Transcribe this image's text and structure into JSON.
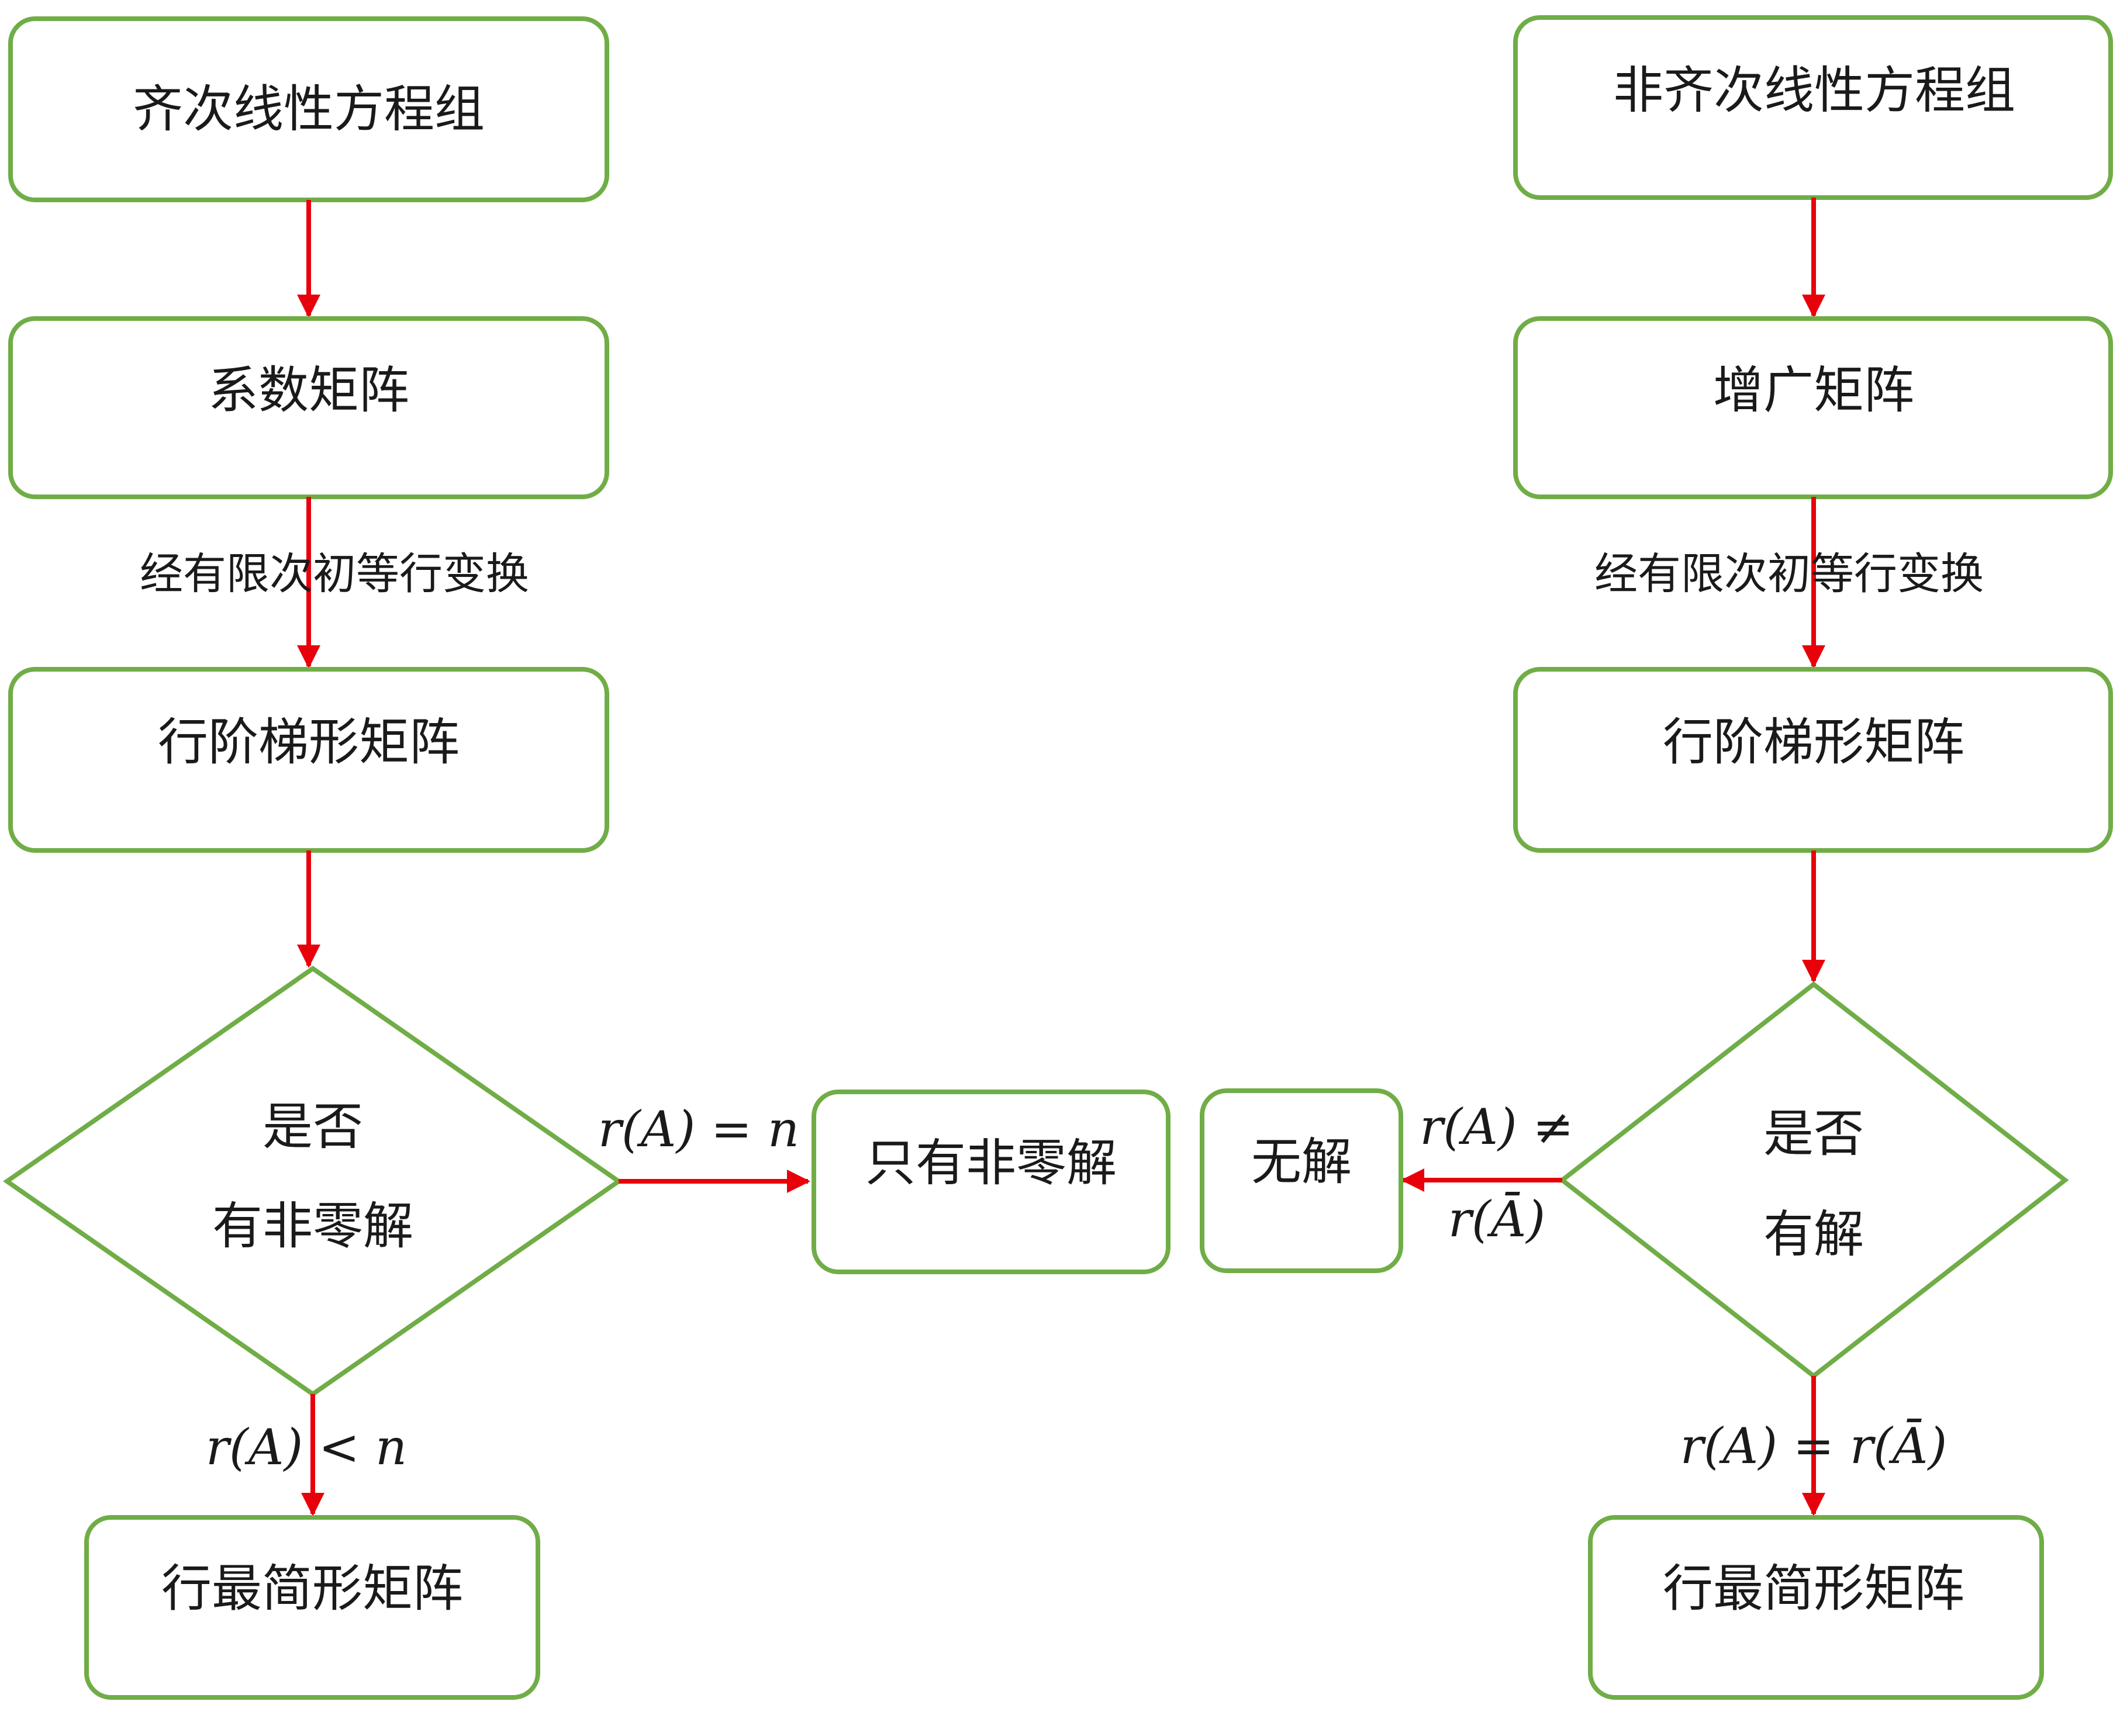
{
  "colors": {
    "node_border": "#70ad47",
    "arrow": "#e8000b",
    "text": "#1a1a1a",
    "background": "#ffffff"
  },
  "left": {
    "homogeneous": "齐次线性方程组",
    "coef_matrix": "系数矩阵",
    "transform_label": "经有限次初等行变换",
    "echelon": "行阶梯形矩阵",
    "decision_line1": "是否",
    "decision_line2": "有非零解",
    "only_solution": "只有非零解",
    "cond_eq": "r(A) = n",
    "cond_lt": "r(A) < n",
    "rref": "行最简形矩阵"
  },
  "right": {
    "nonhomogeneous": "非齐次线性方程组",
    "aug_matrix": "增广矩阵",
    "transform_label": "经有限次初等行变换",
    "echelon": "行阶梯形矩阵",
    "decision_line1": "是否",
    "decision_line2": "有解",
    "no_solution": "无解",
    "cond_neq_line1": "r(A) ≠",
    "cond_neq_line2": "r(Ā)",
    "cond_eq": "r(A) = r(Ā)",
    "rref": "行最简形矩阵"
  }
}
